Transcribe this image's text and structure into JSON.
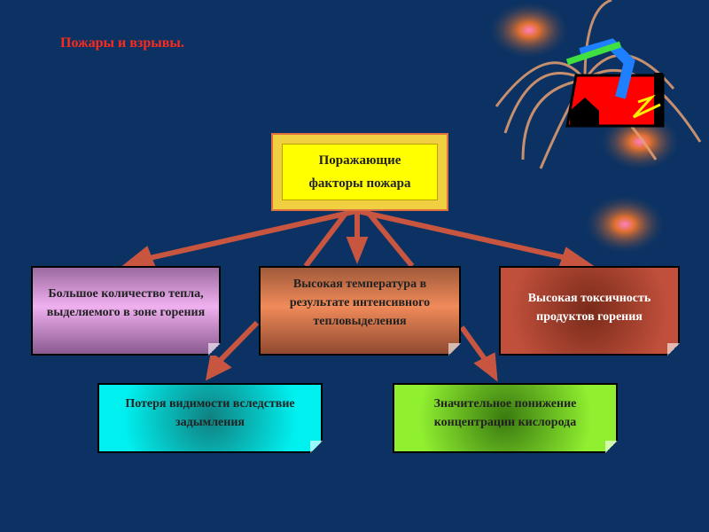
{
  "title": "Пожары и взрывы.",
  "center": {
    "line1": "Поражающие",
    "line2": "факторы  пожара"
  },
  "factors": [
    {
      "text": "Большое количество тепла, выделяемого в зоне горения"
    },
    {
      "text": "Высокая температура в результате интенсивного тепловыделения"
    },
    {
      "text": "Высокая токсичность продуктов горения"
    },
    {
      "text": "Потеря видимости вследствие задымления"
    },
    {
      "text": "Значительное понижение концентрации кислорода"
    }
  ],
  "colors": {
    "background": "#0b3263",
    "arrow": "#c8553f",
    "title": "#ff2a1a"
  }
}
